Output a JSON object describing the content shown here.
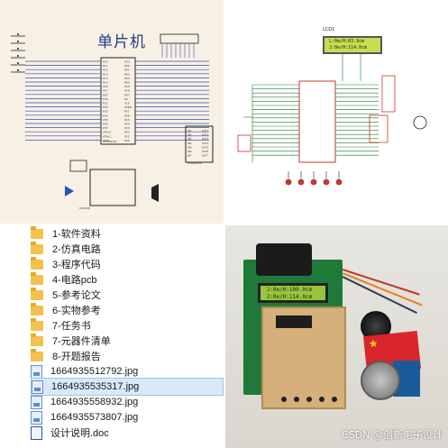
{
  "schematic_left": {
    "title": "单片机",
    "chip_label": "STC89C52",
    "uln_label": "ULN2003A",
    "ir_label": "HS0038",
    "pins_left": [
      "P10",
      "P11",
      "P12",
      "P13",
      "P14",
      "P15",
      "P16",
      "P17",
      "RST",
      "P30",
      "P31",
      "P32",
      "P33",
      "P34",
      "P35",
      "P36",
      "P37",
      "XTAL2",
      "XTAL1",
      "GND"
    ],
    "pins_right": [
      "VCC",
      "P00",
      "P01",
      "P02",
      "P03",
      "P04",
      "P05",
      "P06",
      "P07",
      "EA",
      "ALE",
      "PSEN",
      "P27",
      "P26",
      "P25",
      "P24",
      "P23",
      "P22",
      "P21",
      "P20"
    ],
    "uln_pins_left": [
      "IN1",
      "IN2",
      "IN3",
      "IN4",
      "IN5",
      "IN6",
      "IN7"
    ],
    "uln_pins_right": [
      "OUT1",
      "OUT2",
      "OUT3",
      "OUT4",
      "OUT5",
      "OUT6",
      "OUT7"
    ]
  },
  "schematic_right": {
    "lcd_title": "LCD1",
    "lcd_line1": " L:0m/H:83.9cm",
    "lcd_line2": " J:0e/H:114.0cm"
  },
  "files": [
    {
      "name": "1-软件资料",
      "type": "folder"
    },
    {
      "name": "2-仿真电路",
      "type": "folder"
    },
    {
      "name": "3-程序代码",
      "type": "folder"
    },
    {
      "name": "4-电路pcb",
      "type": "folder"
    },
    {
      "name": "5-参考论文",
      "type": "folder"
    },
    {
      "name": "6-实物参考",
      "type": "folder"
    },
    {
      "name": "7-任务书",
      "type": "folder"
    },
    {
      "name": "7-元器件清单",
      "type": "folder"
    },
    {
      "name": "8-开题报告",
      "type": "folder"
    },
    {
      "name": "1664935512792.jpg",
      "type": "jpg"
    },
    {
      "name": "1664935535317.jpg",
      "type": "jpg",
      "selected": true
    },
    {
      "name": "1664935558932.jpg",
      "type": "jpg"
    },
    {
      "name": "1664935573807.jpg",
      "type": "jpg"
    },
    {
      "name": "设计说明.doc",
      "type": "doc"
    }
  ],
  "photo": {
    "lcd_line1": " J:0e/H:100.0cm",
    "lcd_line2": " J:0e/H:114.0cm",
    "watermark": "CSDN @创新电子设计"
  },
  "colors": {
    "schematic_bg": "#f7f0e4",
    "wire_blue": "#3a4fb0",
    "selection": "#d9e9f8",
    "folder": "#f2c14e"
  }
}
